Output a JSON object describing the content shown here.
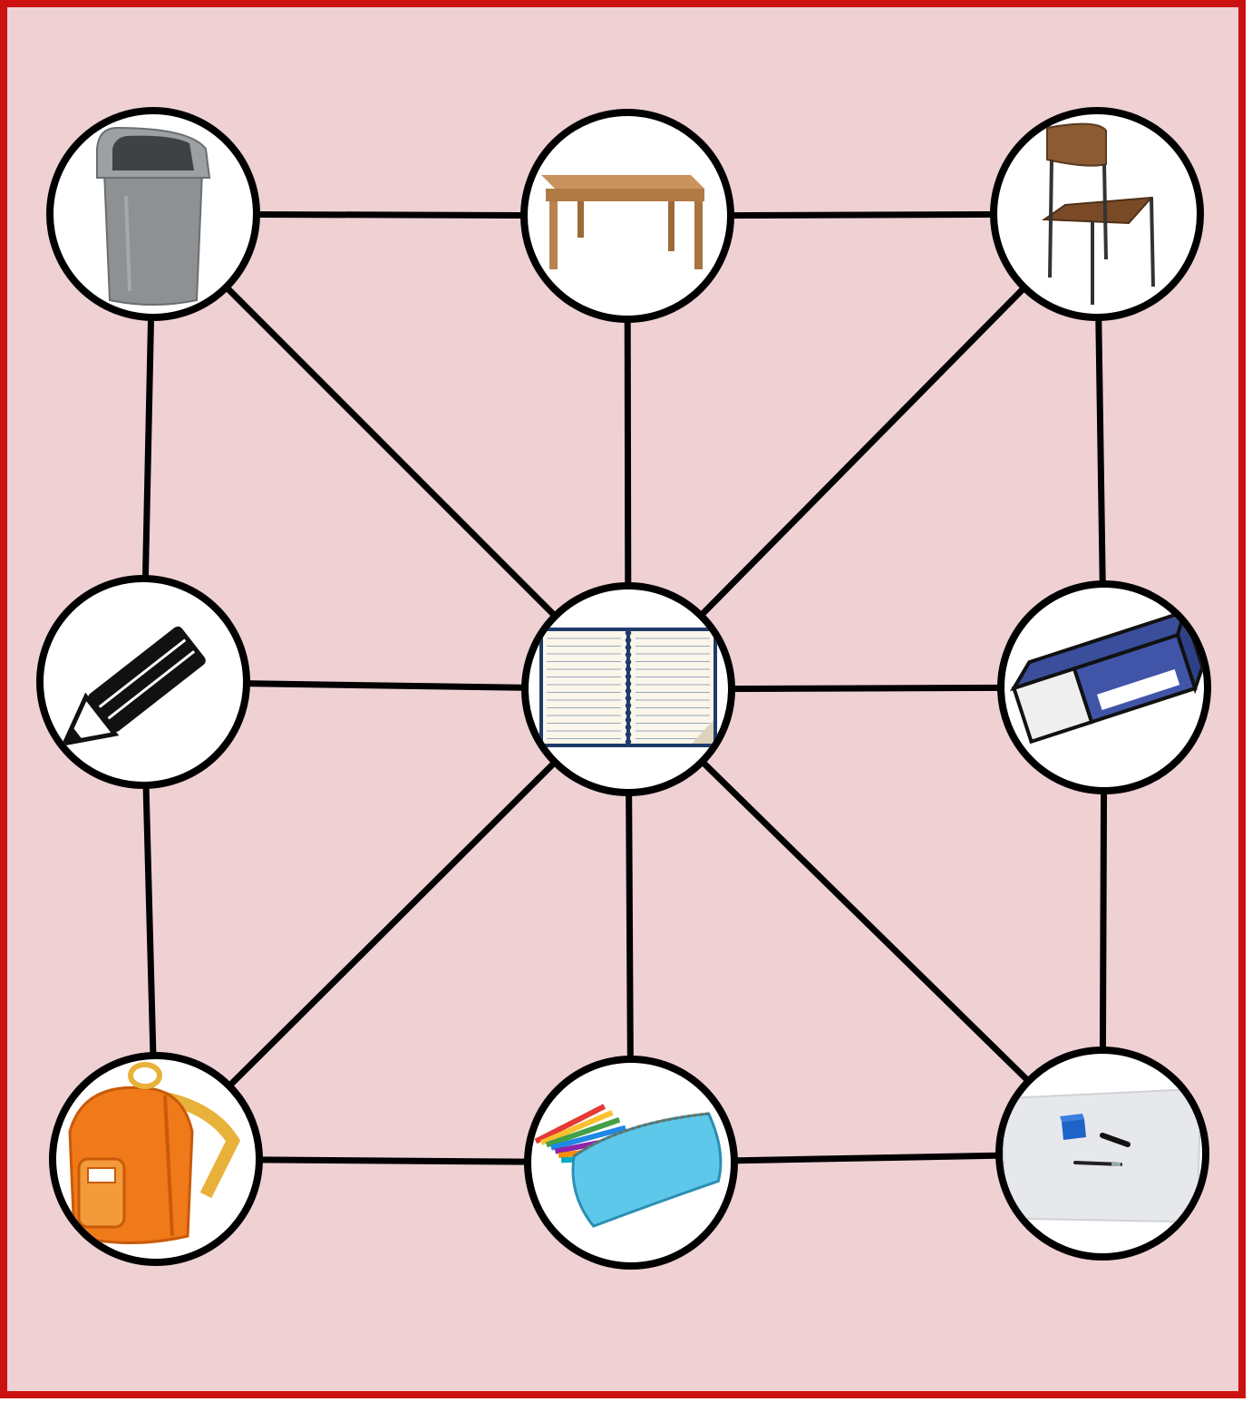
{
  "board": {
    "background": "#efd1d3",
    "border_color": "#cc1111",
    "line_color": "#000000",
    "node_fill": "#ffffff",
    "node_stroke": "#000000"
  },
  "nodes": [
    {
      "id": "trash-bin",
      "icon": "trash-bin-icon"
    },
    {
      "id": "table",
      "icon": "table-icon"
    },
    {
      "id": "chair",
      "icon": "chair-icon"
    },
    {
      "id": "pencil",
      "icon": "pencil-icon"
    },
    {
      "id": "notebook",
      "icon": "notebook-icon"
    },
    {
      "id": "eraser",
      "icon": "eraser-icon"
    },
    {
      "id": "backpack",
      "icon": "backpack-icon"
    },
    {
      "id": "pencil-case",
      "icon": "pencil-case-icon"
    },
    {
      "id": "whiteboard",
      "icon": "whiteboard-icon"
    }
  ],
  "edges": [
    [
      "trash-bin",
      "table"
    ],
    [
      "table",
      "chair"
    ],
    [
      "trash-bin",
      "pencil"
    ],
    [
      "table",
      "notebook"
    ],
    [
      "chair",
      "eraser"
    ],
    [
      "trash-bin",
      "notebook"
    ],
    [
      "chair",
      "notebook"
    ],
    [
      "pencil",
      "notebook"
    ],
    [
      "notebook",
      "eraser"
    ],
    [
      "pencil",
      "backpack"
    ],
    [
      "eraser",
      "whiteboard"
    ],
    [
      "notebook",
      "backpack"
    ],
    [
      "notebook",
      "pencil-case"
    ],
    [
      "notebook",
      "whiteboard"
    ],
    [
      "backpack",
      "pencil-case"
    ],
    [
      "pencil-case",
      "whiteboard"
    ]
  ]
}
